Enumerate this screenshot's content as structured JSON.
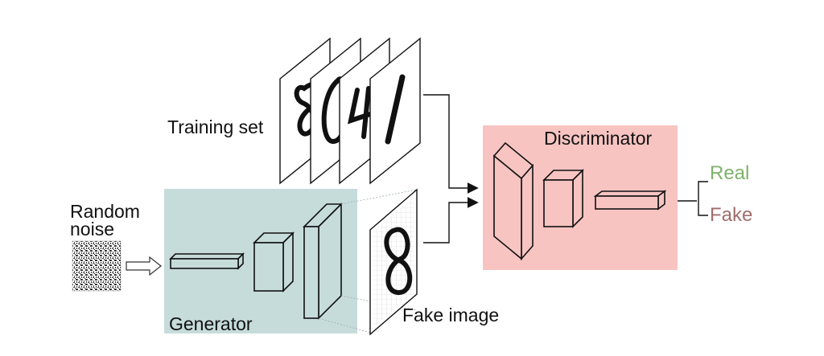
{
  "labels": {
    "training_set": "Training set",
    "random_noise_line1": "Random",
    "random_noise_line2": "noise",
    "generator": "Generator",
    "fake_image": "Fake image",
    "discriminator": "Discriminator",
    "real": "Real",
    "fake": "Fake"
  },
  "colors": {
    "generator_box": "#c6dcdb",
    "discriminator_box": "#f7c4c2",
    "real_text": "#7fb26b",
    "fake_text": "#a06e6b",
    "lines": "#111111"
  },
  "training_digits": [
    "8",
    "0",
    "4",
    "1"
  ],
  "fake_digit": "8"
}
